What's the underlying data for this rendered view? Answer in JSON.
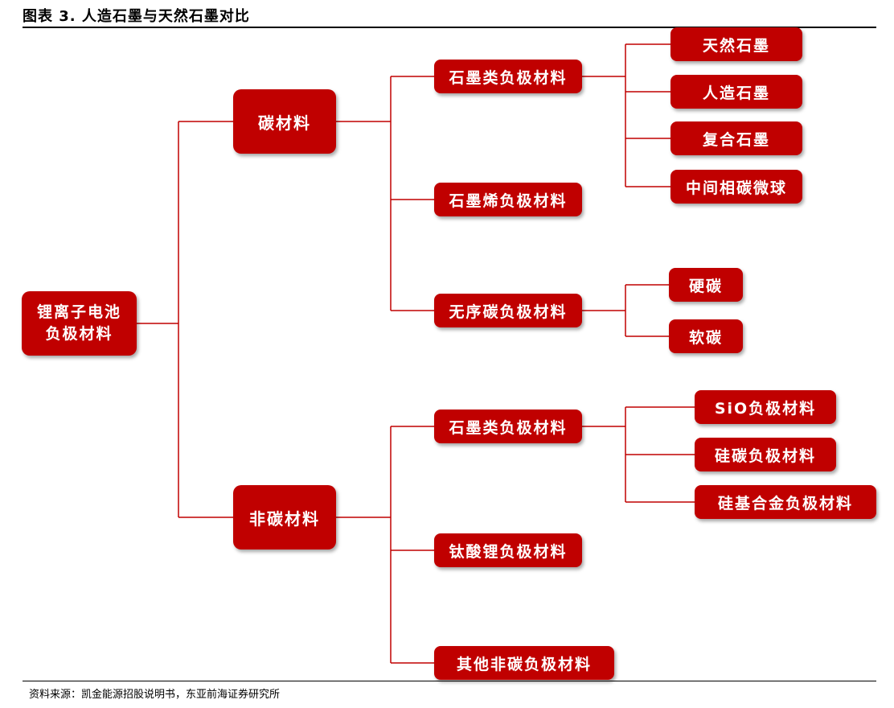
{
  "title": "图表 3.  人造石墨与天然石墨对比",
  "source": "资料来源：凯金能源招股说明书，东亚前海证券研究所",
  "colors": {
    "node_fill": "#c00000",
    "connector": "#c00000",
    "node_text": "#ffffff"
  },
  "diagram": {
    "root": "锂离子电池负极材料",
    "carbon": "碳材料",
    "non_carbon": "非碳材料",
    "graphite_class": "石墨类负极材料",
    "graphene": "石墨烯负极材料",
    "disordered": "无序碳负极材料",
    "natural_graphite": "天然石墨",
    "artificial_graphite": "人造石墨",
    "composite_graphite": "复合石墨",
    "mcmb": "中间相碳微球",
    "hard_carbon": "硬碳",
    "soft_carbon": "软碳",
    "nc_graphite_class": "石墨类负极材料",
    "lto": "钛酸锂负极材料",
    "other_nc": "其他非碳负极材料",
    "sio": "SiO负极材料",
    "si_c": "硅碳负极材料",
    "si_alloy": "硅基合金负极材料"
  }
}
